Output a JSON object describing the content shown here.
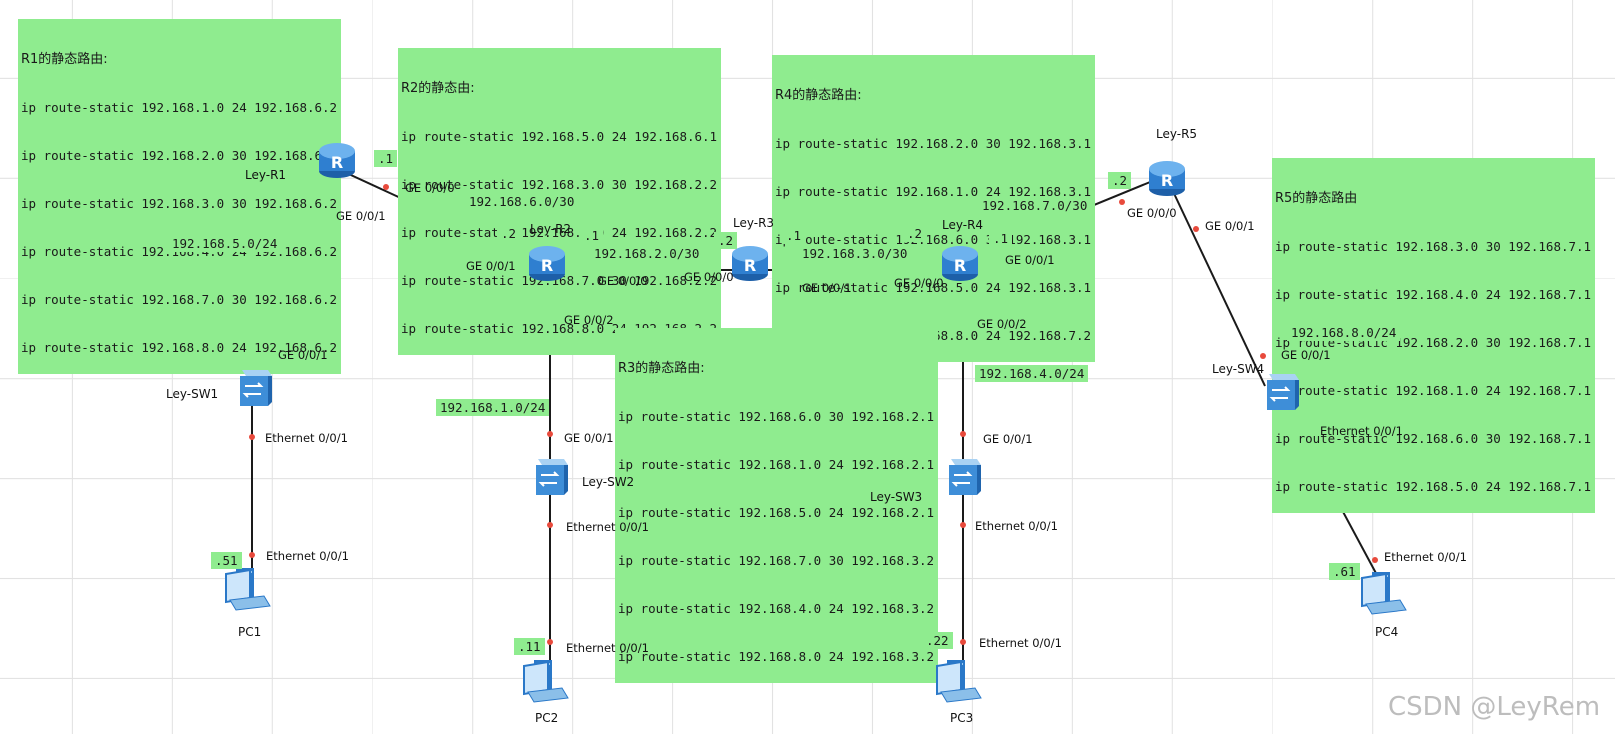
{
  "routes": {
    "r1": {
      "title": "R1的静态路由:",
      "lines": [
        "ip route-static 192.168.1.0 24 192.168.6.2",
        "ip route-static 192.168.2.0 30 192.168.6.2",
        "ip route-static 192.168.3.0 30 192.168.6.2",
        "ip route-static 192.168.4.0 24 192.168.6.2",
        "ip route-static 192.168.7.0 30 192.168.6.2",
        "ip route-static 192.168.8.0 24 192.168.6.2"
      ]
    },
    "r2": {
      "title": "R2的静态由:",
      "lines": [
        "ip route-static 192.168.5.0 24 192.168.6.1",
        "ip route-static 192.168.3.0 30 192.168.2.2",
        "ip route-static 192.168.4.0 24 192.168.2.2",
        "ip route-static 192.168.7.0 30 192.168.2.2",
        "ip route-static 192.168.8.0 24 192.168.2.2"
      ]
    },
    "r3": {
      "title": "R3的静态路由:",
      "lines": [
        "ip route-static 192.168.6.0 30 192.168.2.1",
        "ip route-static 192.168.1.0 24 192.168.2.1",
        "ip route-static 192.168.5.0 24 192.168.2.1",
        "ip route-static 192.168.7.0 30 192.168.3.2",
        "ip route-static 192.168.4.0 24 192.168.3.2",
        "ip route-static 192.168.8.0 24 192.168.3.2"
      ]
    },
    "r4": {
      "title": "R4的静态路由:",
      "lines": [
        "ip route-static 192.168.2.0 30 192.168.3.1",
        "ip route-static 192.168.1.0 24 192.168.3.1",
        "ip route-static 192.168.6.0 30 192.168.3.1",
        "ip route-static 192.168.5.0 24 192.168.3.1",
        "ip route-static 192.168.8.0 24 192.168.7.2"
      ]
    },
    "r5": {
      "title": "R5的静态路由",
      "lines": [
        "ip route-static 192.168.3.0 30 192.168.7.1",
        "ip route-static 192.168.4.0 24 192.168.7.1",
        "ip route-static 192.168.2.0 30 192.168.7.1",
        "ip route-static 192.168.1.0 24 192.168.7.1",
        "ip route-static 192.168.6.0 30 192.168.7.1",
        "ip route-static 192.168.5.0 24 192.168.7.1"
      ]
    }
  },
  "devices": {
    "r1": "Ley-R1",
    "r2": "Ley-R2",
    "r3": "Ley-R3",
    "r4": "Ley-R4",
    "r5": "Ley-R5",
    "sw1": "Ley-SW1",
    "sw2": "Ley-SW2",
    "sw3": "Ley-SW3",
    "sw4": "Ley-SW4",
    "pc1": "PC1",
    "pc2": "PC2",
    "pc3": "PC3",
    "pc4": "PC4"
  },
  "networks": {
    "n6": "192.168.6.0/30",
    "n2": "192.168.2.0/30",
    "n3": "192.168.3.0/30",
    "n7": "192.168.7.0/30",
    "n5": "192.168.5.0/24",
    "n1": "192.168.1.0/24",
    "n4": "192.168.4.0/24",
    "n8": "192.168.8.0/24"
  },
  "ip_suffix": {
    "r1_g000": ".1",
    "r2_g001": ".2",
    "r2_g000": ".1",
    "r3_g000": ".2",
    "r3_g001": ".1",
    "r4_g000": ".2",
    "r4_g001": ".1",
    "r5_g000": ".2",
    "pc1": ".51",
    "pc2": ".11",
    "pc3": ".22",
    "pc4": ".61"
  },
  "ports": {
    "ge000": "GE 0/0/0",
    "ge001": "GE 0/0/1",
    "ge002": "GE 0/0/2",
    "eth001": "Ethernet 0/0/1"
  },
  "watermark": "CSDN @LeyRem",
  "colors": {
    "label_bg": "#8fec8f",
    "router": "#2f7fd0",
    "link": "#1a1a1a",
    "port_dot": "#e84a3c"
  }
}
